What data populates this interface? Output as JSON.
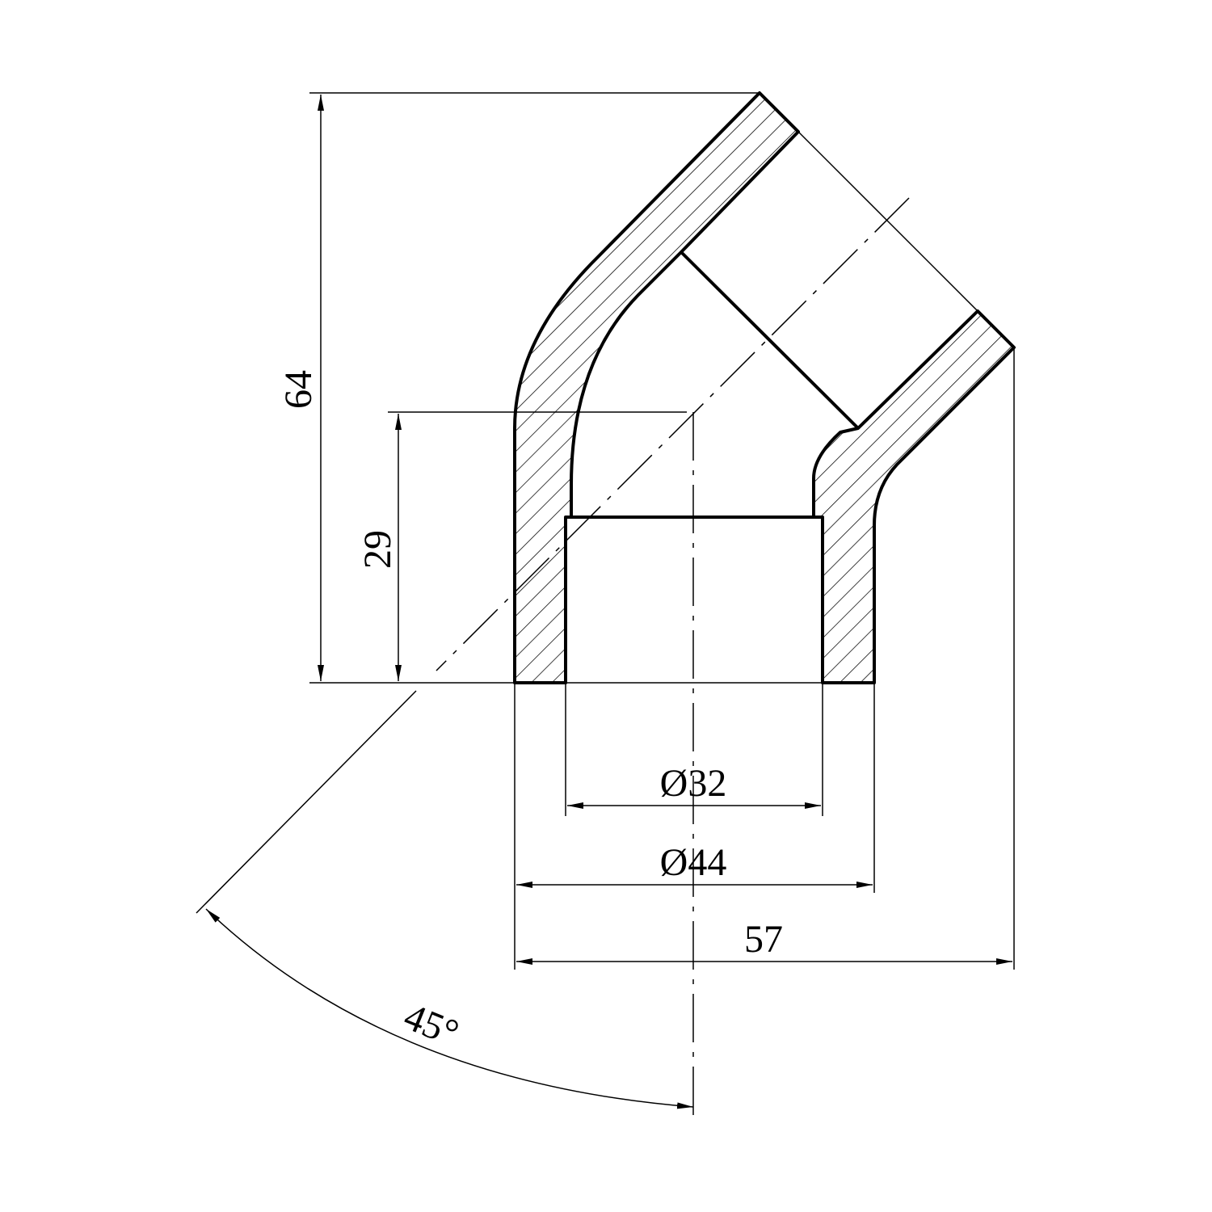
{
  "drawing": {
    "title": "45 degree elbow fitting section",
    "dimensions": {
      "overall_height": "64",
      "socket_depth": "29",
      "inner_diameter": "Ø32",
      "outer_diameter": "Ø44",
      "overall_width": "57",
      "angle": "45°"
    },
    "colors": {
      "line": "#000000",
      "background": "#ffffff"
    }
  }
}
